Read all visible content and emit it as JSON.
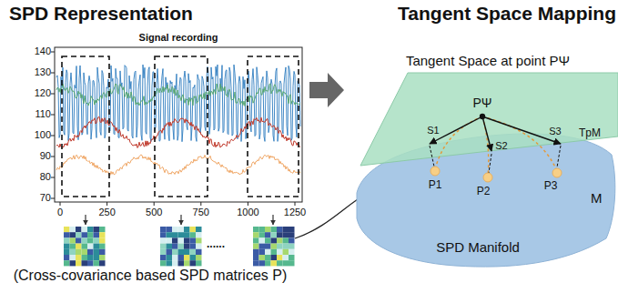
{
  "diagram": {
    "labels": [
      "SPD Representation",
      "Signal recording",
      "140",
      "130",
      "120",
      "110",
      "100",
      "90",
      "80",
      "70",
      "0",
      "250",
      "500",
      "750",
      "1000",
      "1250",
      "......",
      "(Cross-covariance based SPD matrices P)",
      "Tangent Space Mapping",
      "Tangent Space at point PΨ",
      "PΨ",
      "TpM",
      "S1",
      "S2",
      "S3",
      "P1",
      "P2",
      "P3",
      "M",
      "SPD Manifold"
    ]
  }
}
